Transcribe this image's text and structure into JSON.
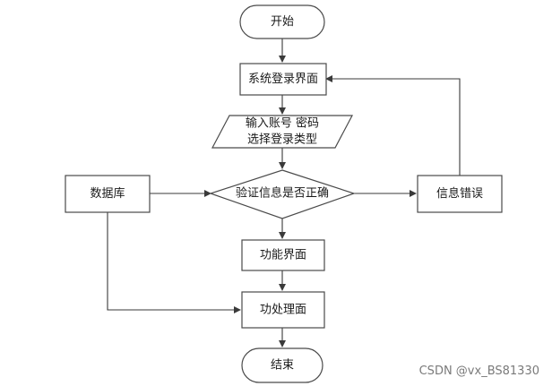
{
  "nodes": {
    "start": "开始",
    "login": "系统登录界面",
    "input_line1": "输入账号 密码",
    "input_line2": "选择登录类型",
    "database": "数据库",
    "verify": "验证信息是否正确",
    "error": "信息错误",
    "function_ui": "功能界面",
    "process_ui": "功处理面",
    "end": "结束"
  },
  "watermark": "CSDN @vx_BS81330",
  "colors": {
    "stroke": "#4a4a4a",
    "text": "#1a1a1a",
    "watermark": "#7a7a7a"
  }
}
